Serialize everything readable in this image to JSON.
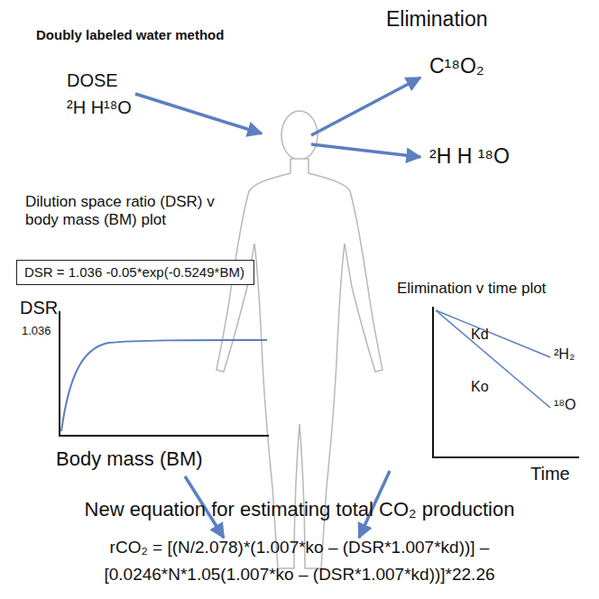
{
  "diagram": {
    "title": "Doubly labeled water method",
    "nodes": [
      {
        "text": [
          "DSR = 1.036 -0.05*exp(-0.5249*BM)"
        ]
      }
    ],
    "labels": [
      "Elimination",
      "DOSE",
      "²H H¹⁸O",
      "C¹⁸O₂",
      "²H H ¹⁸O",
      "Dilution space ratio (DSR) v body mass (BM) plot",
      "DSR",
      "1.036",
      "Body mass (BM)",
      "Elimination v time plot",
      "Kd",
      "²H₂",
      "Ko",
      "¹⁸O",
      "Time",
      "New equation for estimating total CO₂ production",
      "rCO₂ =  [(N/2.078)*(1.007*ko – (DSR*1.007*kd))] –",
      "[0.0246*N*1.05(1.007*ko – (DSR*1.007*kd))]*22.26"
    ]
  }
}
